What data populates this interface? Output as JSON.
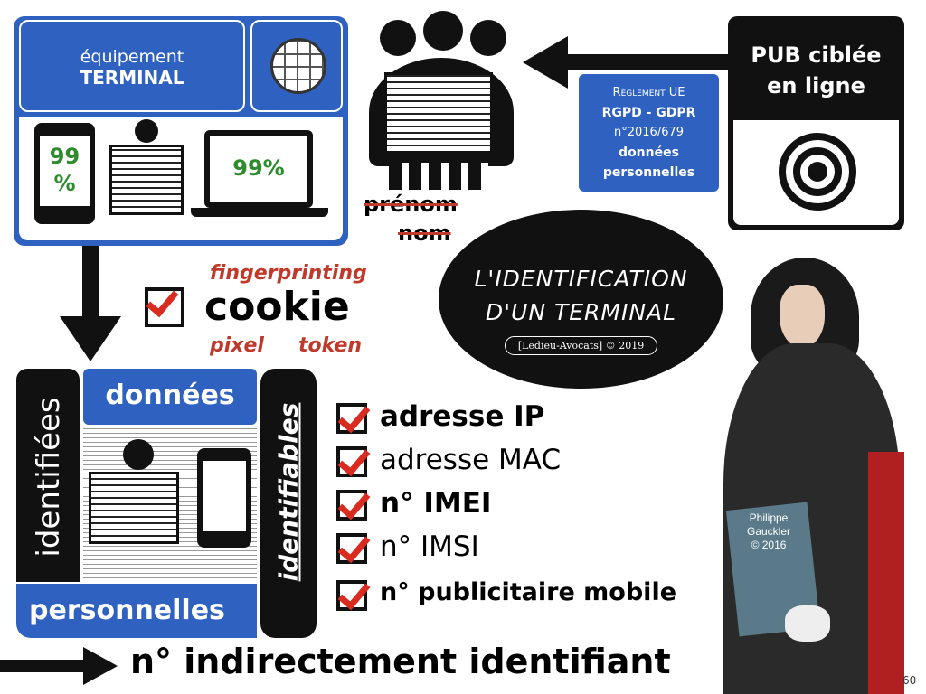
{
  "terminal_panel": {
    "line1": "équipement",
    "line2": "TERMINAL",
    "phone_value": "99\n%",
    "laptop_value": "99%",
    "icon": "globe-network-icon"
  },
  "cookie_block": {
    "fingerprinting": "fingerprinting",
    "cookie": "cookie",
    "pixel": "pixel",
    "token": "token"
  },
  "names": {
    "first": "prénom",
    "last": "nom"
  },
  "rgpd_box": {
    "line1": "Règlement UE",
    "line2": "RGPD - GDPR",
    "line3": "n°2016/679",
    "line4": "données",
    "line5": "personnelles"
  },
  "pub_box": {
    "title_line1": "PUB ciblée",
    "title_line2": "en ligne",
    "icon": "target-icon"
  },
  "bubble": {
    "line1": "L'IDENTIFICATION",
    "line2": "D'UN TERMINAL",
    "credit": "[Ledieu-Avocats] © 2019"
  },
  "data_block": {
    "top": "données",
    "left": "identifiées",
    "right": "identifiables",
    "bottom": "personnelles"
  },
  "checklist": [
    {
      "label": "adresse IP",
      "bold": true
    },
    {
      "label": "adresse MAC",
      "bold": false
    },
    {
      "label": "n° IMEI",
      "bold": true
    },
    {
      "label": "n° IMSI",
      "bold": false
    },
    {
      "label": "n° publicitaire mobile",
      "bold": true
    }
  ],
  "illustration_credit": {
    "line1": "Philippe",
    "line2": "Gauckler",
    "line3": "© 2016"
  },
  "footer": {
    "statement": "n° indirectement identifiant",
    "page_number": "60"
  },
  "colors": {
    "blue": "#2f62c0",
    "red": "#c0392b",
    "green": "#2e8b2e"
  }
}
